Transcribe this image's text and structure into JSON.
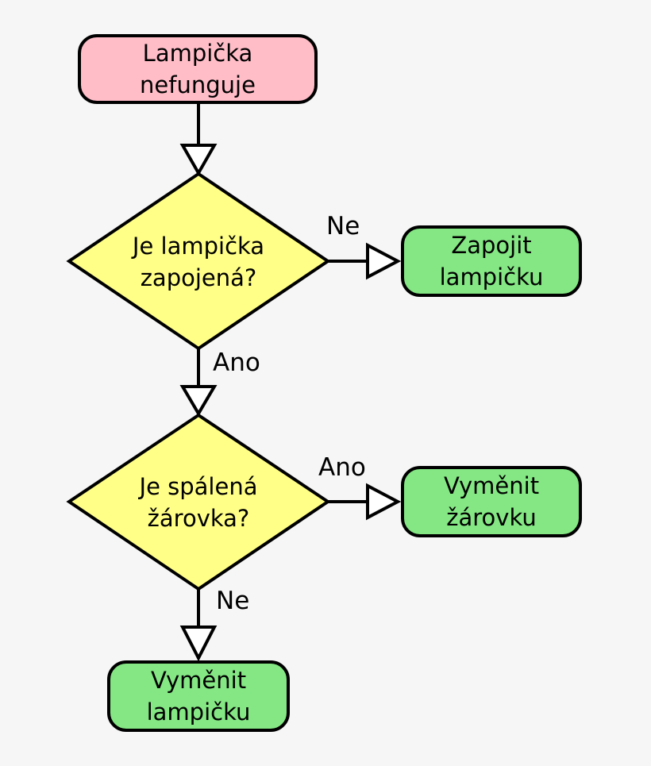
{
  "diagram": {
    "type": "flowchart",
    "language": "cs",
    "nodes": [
      {
        "id": "start",
        "shape": "rounded-rect",
        "role": "terminal",
        "label": "Lampička\nnefunguje",
        "fill": "#ffbdc8"
      },
      {
        "id": "q1",
        "shape": "diamond",
        "role": "decision",
        "label": "Je lampička\nzapojená?",
        "fill": "#ffff88"
      },
      {
        "id": "a1",
        "shape": "rounded-rect",
        "role": "action",
        "label": "Zapojit\nlampičku",
        "fill": "#84e784"
      },
      {
        "id": "q2",
        "shape": "diamond",
        "role": "decision",
        "label": "Je spálená\nžárovka?",
        "fill": "#ffff88"
      },
      {
        "id": "a2",
        "shape": "rounded-rect",
        "role": "action",
        "label": "Vyměnit\nžárovku",
        "fill": "#84e784"
      },
      {
        "id": "a3",
        "shape": "rounded-rect",
        "role": "action",
        "label": "Vyměnit\nlampičku",
        "fill": "#84e784"
      }
    ],
    "edges": [
      {
        "from": "start",
        "to": "q1",
        "label": ""
      },
      {
        "from": "q1",
        "to": "a1",
        "label": "Ne"
      },
      {
        "from": "q1",
        "to": "q2",
        "label": "Ano"
      },
      {
        "from": "q2",
        "to": "a2",
        "label": "Ano"
      },
      {
        "from": "q2",
        "to": "a3",
        "label": "Ne"
      }
    ],
    "colors": {
      "background": "#f6f6f6",
      "stroke": "#000000",
      "terminal_fill": "#ffbdc8",
      "decision_fill": "#ffff88",
      "action_fill": "#84e784",
      "arrowhead_fill": "#ffffff"
    }
  }
}
